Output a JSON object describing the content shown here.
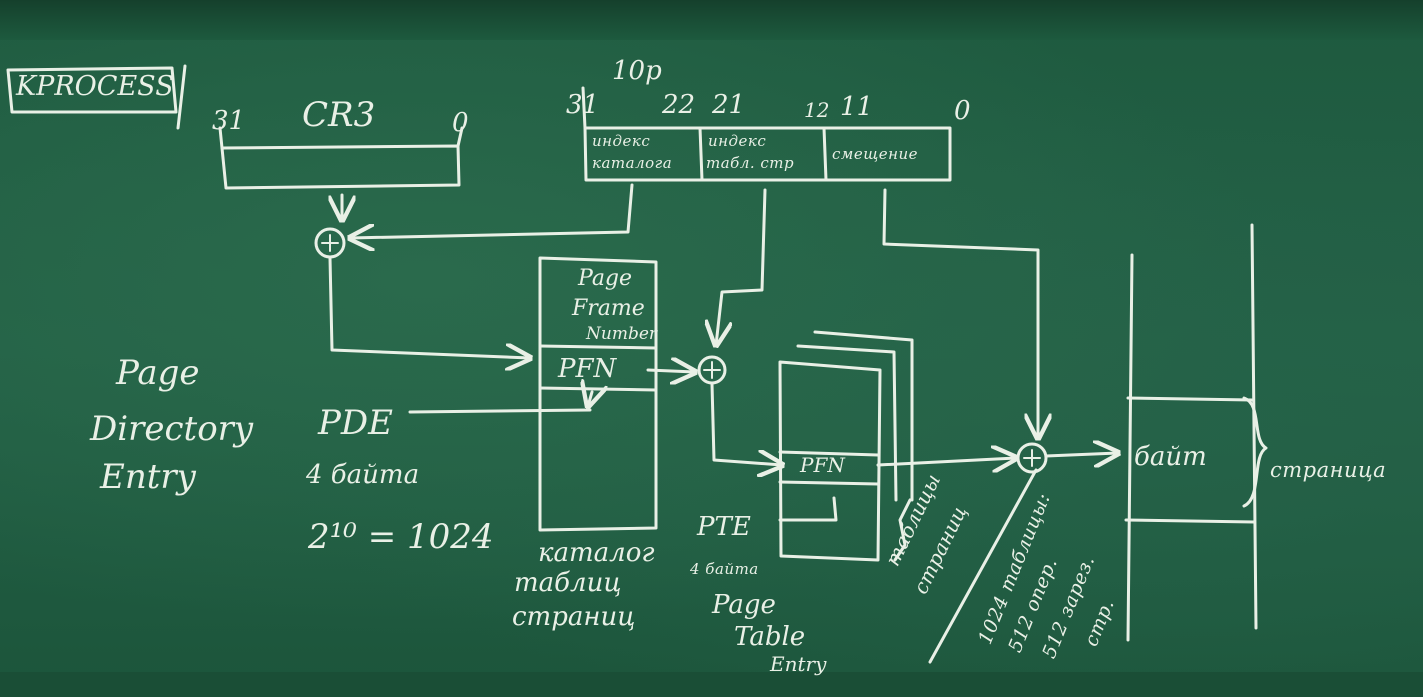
{
  "labels": {
    "kprocess": "KPROCESS",
    "cr3": "CR3",
    "cr3_bit_hi": "31",
    "cr3_bit_lo": "0",
    "addr_10p": "10p",
    "addr_bit_31": "31",
    "addr_bit_22": "22",
    "addr_bit_21": "21",
    "addr_bit_12": "12",
    "addr_bit_11": "11",
    "addr_bit_0": "0",
    "field_dir_1": "индекс",
    "field_dir_2": "каталога",
    "field_tbl_1": "индекс",
    "field_tbl_2": "табл. стр",
    "field_offset": "смещение",
    "pfn_index_1": "Page",
    "pfn_index_2": "Frame",
    "pfn_index_3": "Number",
    "pfn_dir": "PFN",
    "pfn_table": "PFN",
    "pde_title_1": "Page",
    "pde_title_2": "Directory",
    "pde_title_3": "Entry",
    "pde": "PDE",
    "pde_size": "4 байта",
    "pde_count": "2¹⁰ = 1024",
    "dir_caption_1": "каталог",
    "dir_caption_2": "таблиц",
    "dir_caption_3": "страниц",
    "pte": "PTE",
    "pte_size": "4 байта",
    "pte_title_1": "Page",
    "pte_title_2": "Table",
    "pte_title_3": "Entry",
    "tables_caption_1": "таблицы",
    "tables_caption_2": "страниц",
    "tables_note_1": "1024 таблицы:",
    "tables_note_2": "512 опер.",
    "tables_note_3": "512 зарез.",
    "tables_note_4": "стр.",
    "byte": "байт",
    "page": "страница"
  }
}
